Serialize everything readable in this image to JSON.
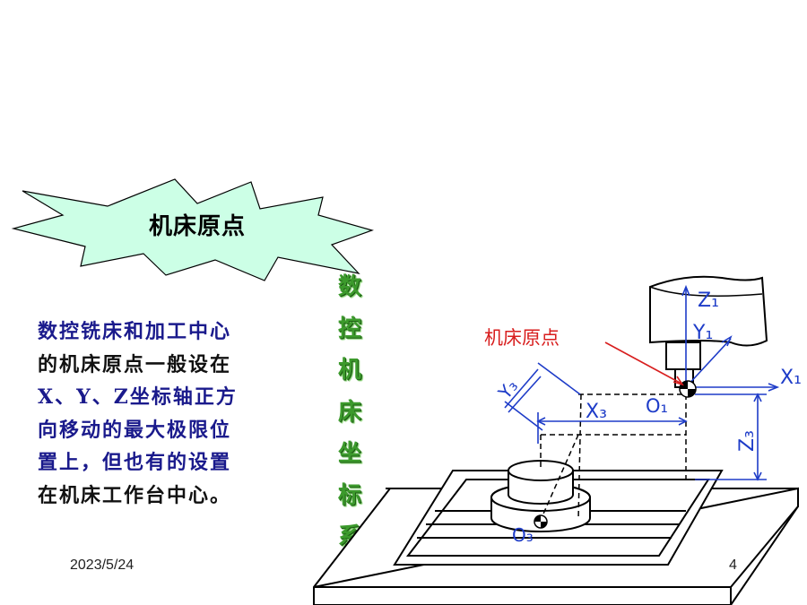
{
  "title": "机床原点",
  "paragraph": [
    "数控铣床和加工中心",
    "的机床原点一般设在",
    "X、Y、Z坐标轴正方",
    "向移动的最大极限位",
    "置上，但也有的设置",
    "在机床工作台中心。"
  ],
  "vertical_title": [
    "数",
    "控",
    "机",
    "床",
    "坐",
    "标",
    "系"
  ],
  "diagram": {
    "origin_label": "机床原点",
    "z1": "Z₁",
    "y1": "Y₁",
    "x1": "X₁",
    "o1": "O₁",
    "x3": "X₃",
    "y3": "Y₃",
    "z3": "Z₃",
    "o3": "O₃"
  },
  "colors": {
    "title_text": "#000000",
    "paragraph_text": "#1a1a8c",
    "vertical_title": "#3c9a2c",
    "axis_blue": "#1e3cc8",
    "label_red": "#d81e1e",
    "burst_fill": "#ccffe6"
  },
  "footer": {
    "date": "2023/5/24",
    "page": "4"
  }
}
